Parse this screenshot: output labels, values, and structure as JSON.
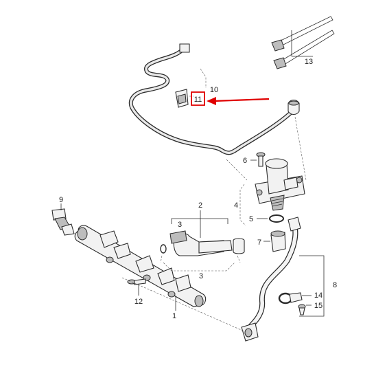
{
  "diagram": {
    "callouts": [
      {
        "id": "c1",
        "label": "1"
      },
      {
        "id": "c2",
        "label": "2"
      },
      {
        "id": "c3a",
        "label": "3"
      },
      {
        "id": "c3b",
        "label": "3"
      },
      {
        "id": "c4",
        "label": "4"
      },
      {
        "id": "c5",
        "label": "5"
      },
      {
        "id": "c6",
        "label": "6"
      },
      {
        "id": "c7",
        "label": "7"
      },
      {
        "id": "c8",
        "label": "8"
      },
      {
        "id": "c9",
        "label": "9"
      },
      {
        "id": "c10",
        "label": "10"
      },
      {
        "id": "c11",
        "label": "11"
      },
      {
        "id": "c12",
        "label": "12"
      },
      {
        "id": "c13",
        "label": "13"
      },
      {
        "id": "c14",
        "label": "14"
      },
      {
        "id": "c15",
        "label": "15"
      }
    ],
    "highlight": {
      "label": "11",
      "color": "#e00000"
    },
    "colors": {
      "ink": "#2b2b2b",
      "highlight": "#e00000",
      "background": "#ffffff"
    }
  }
}
